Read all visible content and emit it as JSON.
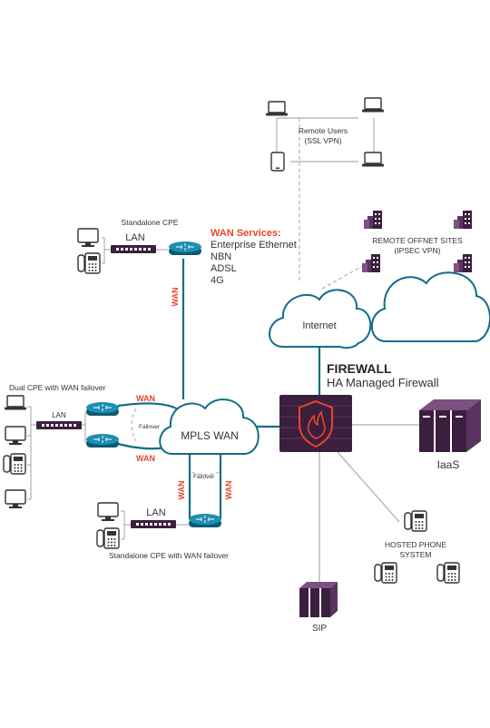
{
  "remote_users": {
    "label1": "Remote Users",
    "label2": "(SSL VPN)"
  },
  "offnet_sites": {
    "label1": "REMOTE OFFNET SITES",
    "label2": "(IPSEC VPN)"
  },
  "internet": {
    "label": "Internet"
  },
  "standalone_cpe": {
    "title": "Standalone CPE",
    "lan": "LAN",
    "wan": "WAN"
  },
  "wan_services": {
    "title": "WAN Services:",
    "items": [
      "Enterprise Ethernet",
      "NBN",
      "ADSL",
      "4G"
    ]
  },
  "firewall": {
    "title": "FIREWALL",
    "subtitle": "HA Managed Firewall"
  },
  "dual_cpe": {
    "title": "Dual CPE with WAN failover",
    "lan": "LAN",
    "wan_top": "WAN",
    "wan_bottom": "WAN",
    "failover": "Failover"
  },
  "mpls": {
    "label": "MPLS WAN"
  },
  "iaas": {
    "label": "IaaS"
  },
  "standalone_failover": {
    "title": "Standalone CPE with WAN failover",
    "lan": "LAN",
    "failover": "Failover",
    "wan_left": "WAN",
    "wan_right": "WAN"
  },
  "hosted_phone": {
    "label1": "HOSTED PHONE",
    "label2": "SYSTEM"
  },
  "sip": {
    "label": "SIP"
  },
  "colors": {
    "accent_blue": "#0f6d88",
    "accent_red": "#e8452a",
    "purple": "#3b1f3e"
  }
}
